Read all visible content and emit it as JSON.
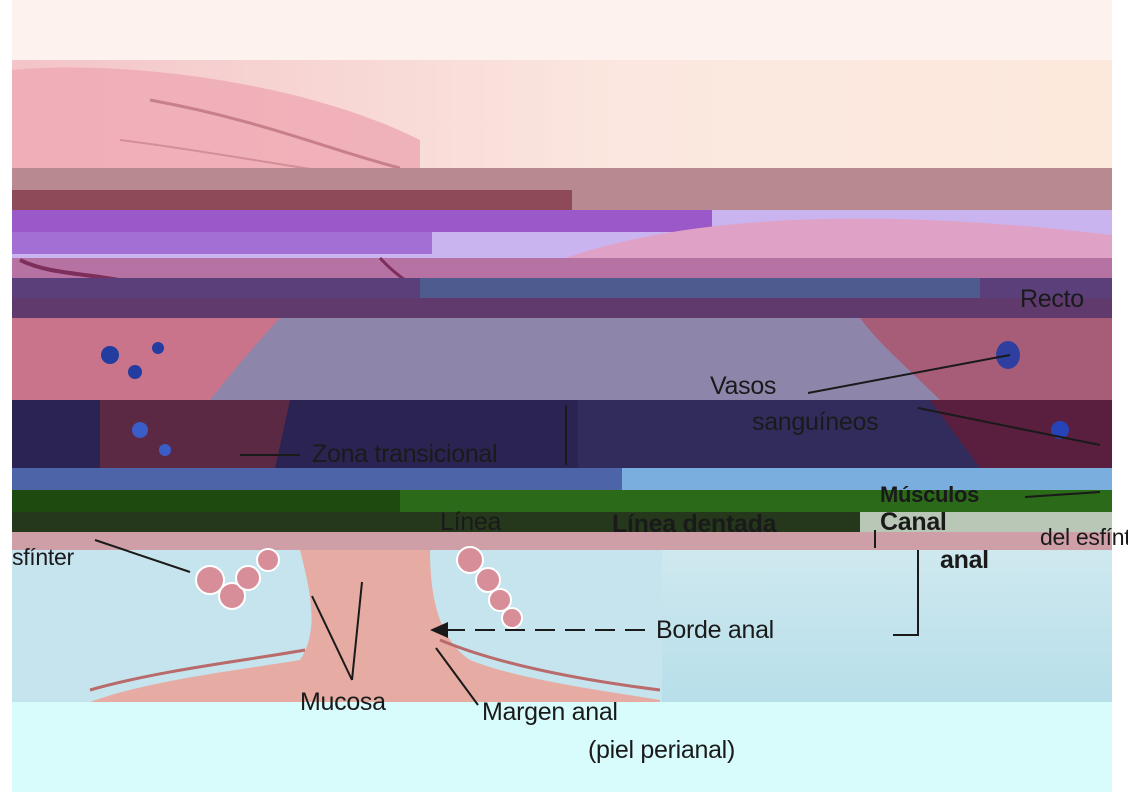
{
  "labels": {
    "recto": "Recto",
    "vasos_line1": "Vasos",
    "vasos_line2": "sanguíneos",
    "zona_transicional": "Zona transicional",
    "linea_left": "Línea",
    "linea_dentada": "Línea dentada",
    "musculos": "Músculos",
    "del_esfinter": "del esfínter",
    "esfinter_left": "sfínter",
    "canal_line1": "Canal",
    "canal_line2": "anal",
    "borde_anal": "Borde anal",
    "mucosa": "Mucosa",
    "margen_line1": "Margen anal",
    "margen_line2": "(piel perianal)"
  },
  "colors": {
    "background": "#ffffff",
    "skin_light": "#fbe6dc",
    "tissue_pink": "#e6a4ad",
    "muscle_red": "#b4505a",
    "vessel_blue": "#233ca0",
    "mucosa": "#e29e93",
    "fat_light_blue": "#bce3ec",
    "band_purple": "#8b5ba8",
    "band_navy": "#2b2452",
    "band_green": "#1e4a10"
  }
}
